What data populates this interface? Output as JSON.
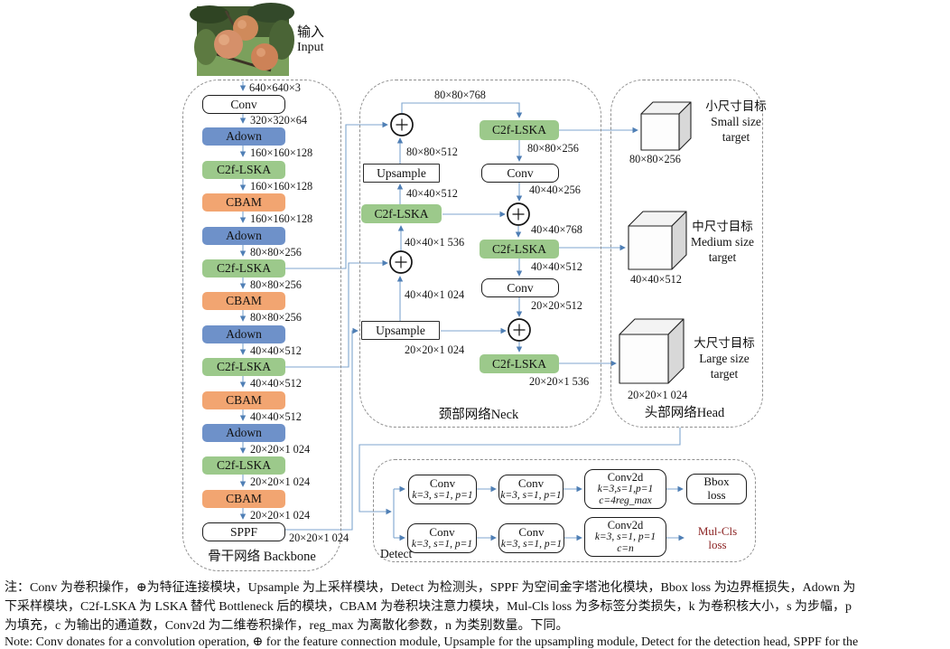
{
  "input": {
    "label_cn": "输入",
    "label_en": "Input",
    "dim": "640×640×3"
  },
  "backbone": {
    "title": "骨干网络 Backbone",
    "layers": [
      {
        "name": "Conv",
        "out": "320×320×64"
      },
      {
        "name": "Adown",
        "out": "160×160×128"
      },
      {
        "name": "C2f-LSKA",
        "out": "160×160×128"
      },
      {
        "name": "CBAM",
        "out": "160×160×128"
      },
      {
        "name": "Adown",
        "out": "80×80×256"
      },
      {
        "name": "C2f-LSKA",
        "out": "80×80×256"
      },
      {
        "name": "CBAM",
        "out": "80×80×256"
      },
      {
        "name": "Adown",
        "out": "40×40×512"
      },
      {
        "name": "C2f-LSKA",
        "out": "40×40×512"
      },
      {
        "name": "CBAM",
        "out": "40×40×512"
      },
      {
        "name": "Adown",
        "out": "20×20×1 024"
      },
      {
        "name": "C2f-LSKA",
        "out": "20×20×1 024"
      },
      {
        "name": "CBAM",
        "out": "20×20×1 024"
      },
      {
        "name": "SPPF",
        "out": "20×20×1 024"
      }
    ]
  },
  "neck": {
    "title": "颈部网络Neck",
    "modules": {
      "up1": "Upsample",
      "up2": "Upsample",
      "c2f_left": "C2f-LSKA",
      "c2f_top": "C2f-LSKA",
      "c2f_mid": "C2f-LSKA",
      "c2f_bot": "C2f-LSKA",
      "conv_top": "Conv",
      "conv_mid": "Conv"
    },
    "dims": {
      "top_skip": "80×80×768",
      "up1_out": "80×80×512",
      "c2f_left_out": "40×40×512",
      "concat2_out": "40×40×1 536",
      "up2_out": "40×40×1 024",
      "up2_in": "20×20×1 024",
      "c2f_top_out": "80×80×256",
      "conv_top_out": "40×40×256",
      "concat3_out": "40×40×768",
      "c2f_mid_out": "40×40×512",
      "conv_mid_out": "20×20×512",
      "c2f_bot_out": "20×20×1 536"
    }
  },
  "head": {
    "title": "头部网络Head",
    "targets": [
      {
        "dim": "80×80×256",
        "cn": "小尺寸目标",
        "en1": "Small size",
        "en2": "target"
      },
      {
        "dim": "40×40×512",
        "cn": "中尺寸目标",
        "en1": "Medium size",
        "en2": "target"
      },
      {
        "dim": "20×20×1 024",
        "cn": "大尺寸目标",
        "en1": "Large size",
        "en2": "target"
      }
    ]
  },
  "detect": {
    "label": "Detect",
    "rows": [
      {
        "conv1": {
          "title": "Conv",
          "params": "k=3, s=1, p=1"
        },
        "conv2": {
          "title": "Conv",
          "params": "k=3, s=1, p=1"
        },
        "conv2d": {
          "title": "Conv2d",
          "params1": "k=3,s=1,p=1",
          "params2": "c=4reg_max"
        },
        "loss1": "Bbox",
        "loss2": "loss"
      },
      {
        "conv1": {
          "title": "Conv",
          "params": "k=3, s=1, p=1"
        },
        "conv2": {
          "title": "Conv",
          "params": "k=3, s=1, p=1"
        },
        "conv2d": {
          "title": "Conv2d",
          "params1": "k=3, s=1, p=1",
          "params2": "c=n"
        },
        "loss1": "Mul-Cls",
        "loss2": "loss"
      }
    ]
  },
  "notes": {
    "line1": "注：Conv 为卷积操作，⊕为特征连接模块，Upsample 为上采样模块，Detect 为检测头，SPPF 为空间金字塔池化模块，Bbox loss 为边界框损失，Adown 为",
    "line2": "下采样模块，C2f-LSKA 为 LSKA 替代 Bottleneck 后的模块，CBAM 为卷积块注意力模块，Mul-Cls loss 为多标签分类损失，k 为卷积核大小，s 为步幅，p",
    "line3": "为填充，c 为输出的通道数，Conv2d 为二维卷积操作，reg_max 为离散化参数，n 为类别数量。下同。",
    "line4": "Note: Conv donates for a convolution operation, ⊕ for the feature connection module, Upsample for the upsampling module, Detect for the detection head, SPPF for the"
  },
  "colors": {
    "blue": "#6e91c9",
    "green": "#9cc98b",
    "orange": "#f2a571",
    "red": "#ee7e80",
    "wire": "#7fa6cf"
  }
}
